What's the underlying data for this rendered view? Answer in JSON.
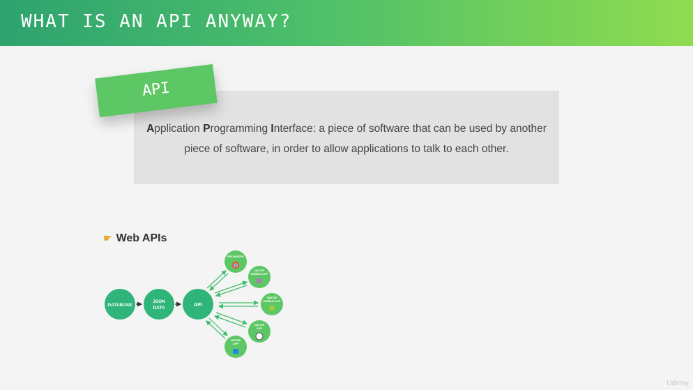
{
  "header": {
    "title": "What is an API anyway?"
  },
  "api_tag": {
    "label": "API"
  },
  "definition": {
    "a": "A",
    "a_rest": "pplication ",
    "p": "P",
    "p_rest": "rogramming ",
    "i": "I",
    "i_rest": "nterface: a piece of software that can be used by another piece of software, in order to allow applications to talk to each other."
  },
  "web_apis": {
    "icon": "pointing-hand-icon",
    "label": "Web APIs"
  },
  "diagram": {
    "database": "DATABASE",
    "json_1": "JSON",
    "json_2": "DATA",
    "api": "API",
    "browsers": "BROWSERS",
    "native_mobile_1": "NATIVE",
    "native_mobile_2": "MOBILE APP",
    "native_mobile_b1": "NATIVE",
    "native_mobile_b2": "MOBILE APP",
    "native_app_1": "NATIVE",
    "native_app_2": "APP",
    "native_app_b1": "NATIVE",
    "native_app_b2": "APP",
    "colors": {
      "node": "#2fb57a",
      "client": "#5ec765",
      "arrow": "#3fbf6a"
    }
  },
  "watermark": "Udemy"
}
